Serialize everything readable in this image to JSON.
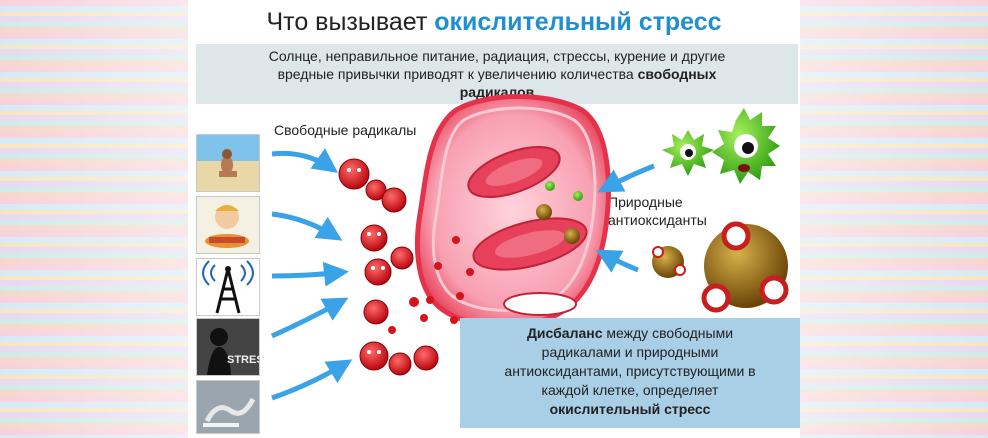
{
  "title": {
    "prefix": "Что вызывает",
    "accent": "окислительный стресс"
  },
  "banner": {
    "line1": "Солнце, неправильное питание, радиация, стрессы, курение и другие",
    "line2_start": "вредные привычки приводят к увеличению количества",
    "line2_bold": "свободных",
    "line3_bold": "радикалов"
  },
  "labels": {
    "free_radicals": "Свободные радикалы",
    "natural_line1": "Природные",
    "natural_line2": "антиоксиданты"
  },
  "photos": [
    "sun",
    "food",
    "radiation",
    "stress",
    "smoking"
  ],
  "stress_word": "STRESS",
  "info": {
    "bold": "Дисбаланс",
    "line1_rest": "между свободными",
    "line2": "радикалами и природными",
    "line3": "антиоксидантами, присутствующими в",
    "line4": "каждой клетке, определяет",
    "line5_bold": "окислительный стресс"
  },
  "colors": {
    "accent": "#1f8fd0",
    "cell": "#e4324a",
    "radical": "#d4141c",
    "antioxidant": "#9a6a10",
    "info_bg": "#a9cfe6"
  }
}
